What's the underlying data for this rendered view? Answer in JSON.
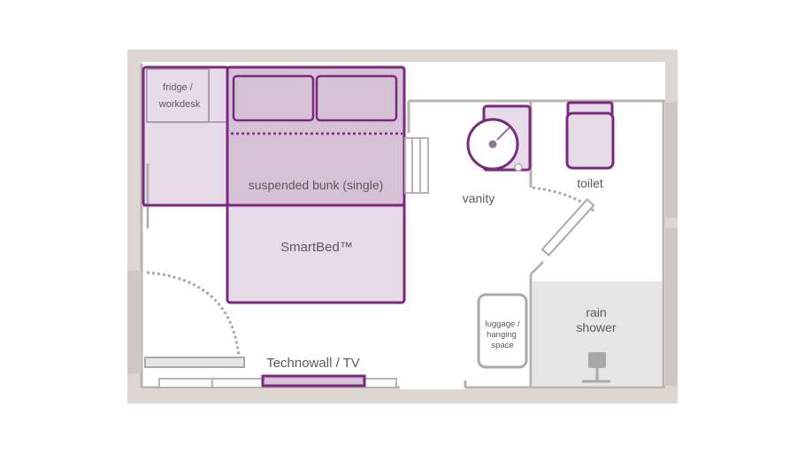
{
  "colors": {
    "wall_outer": "#ddd5d0",
    "wall_line": "#b9b2ae",
    "purple_dark": "#7a2a7e",
    "purple_fill": "#e8dbe9",
    "purple_mid": "#d6c2d7",
    "grey_fill": "#e6e6e6",
    "grey_line": "#a9a9a9",
    "text": "#5a5a5a"
  },
  "labels": {
    "fridge_line1": "fridge /",
    "fridge_line2": "workdesk",
    "bunk": "suspended bunk (single)",
    "smartbed": "SmartBed™",
    "vanity": "vanity",
    "toilet": "toilet",
    "luggage_line1": "luggage /",
    "luggage_line2": "hanging",
    "luggage_line3": "space",
    "shower_line1": "rain",
    "shower_line2": "shower",
    "technowall": "Technowall / TV"
  }
}
